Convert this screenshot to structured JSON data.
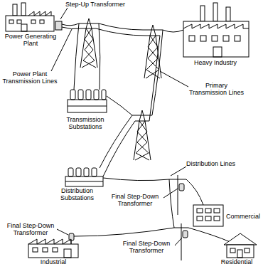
{
  "diagram": {
    "labels": [
      "Step-Up Transformer",
      "Power Generating Plant",
      "Heavy Industry",
      "Power Plant Transmission Lines",
      "Primary Transmission Lines",
      "Transmission Substations",
      "Distribution Substations",
      "Distribution Lines",
      "Final Step-Down Transformer",
      "Commercial",
      "Final Step-Down Transformer",
      "Industrial",
      "Final Step-Down Transformer",
      "Residential"
    ]
  }
}
